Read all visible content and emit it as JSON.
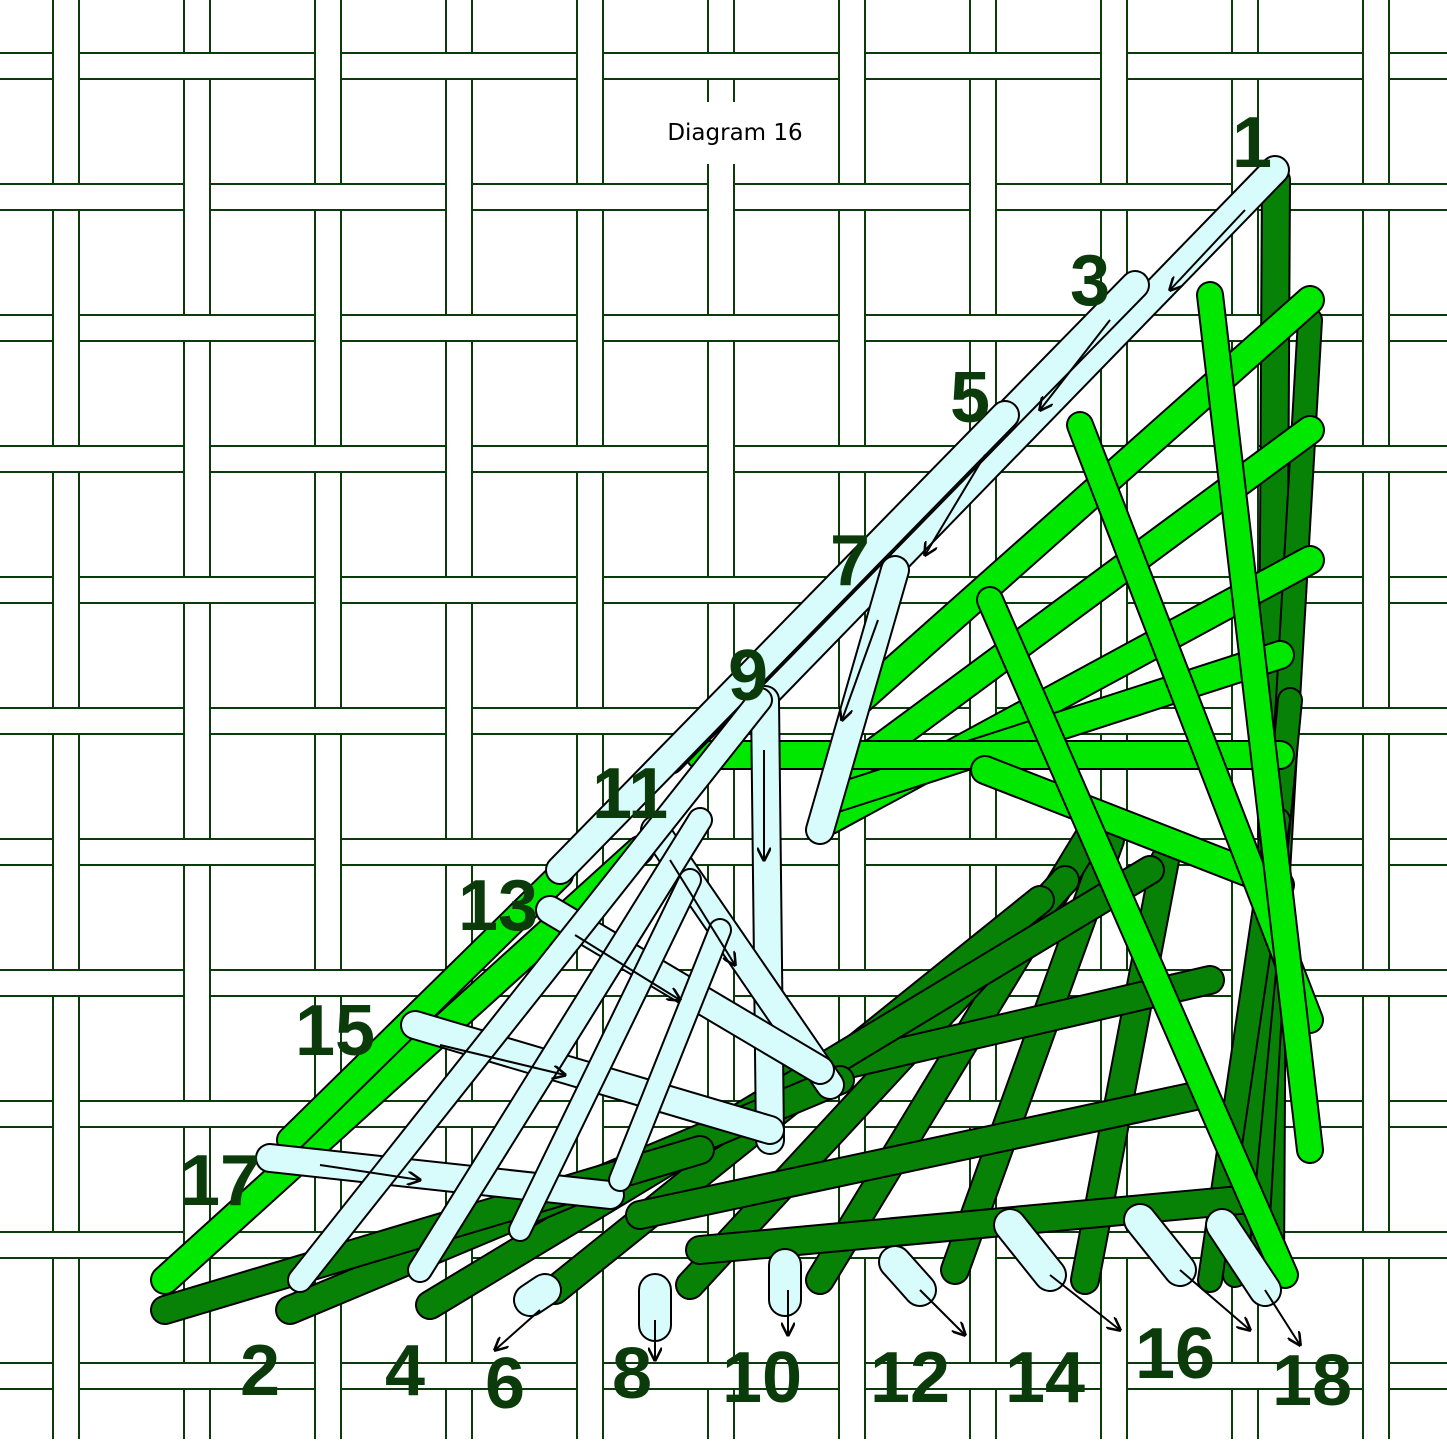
{
  "title": "Diagram 16",
  "colors": {
    "canvas_thread": "#ffffff",
    "canvas_outline": "#0b3a0b",
    "pale_thread": "#d8fbfb",
    "bright_green": "#00e800",
    "mid_green": "#0fbf0f",
    "dark_green": "#078207",
    "outline": "#000000"
  },
  "stitch_numbers": {
    "n1": "1",
    "n2": "2",
    "n3": "3",
    "n4": "4",
    "n5": "5",
    "n6": "6",
    "n7": "7",
    "n8": "8",
    "n9": "9",
    "n10": "10",
    "n11": "11",
    "n12": "12",
    "n13": "13",
    "n14": "14",
    "n15": "15",
    "n16": "16",
    "n17": "17",
    "n18": "18"
  }
}
